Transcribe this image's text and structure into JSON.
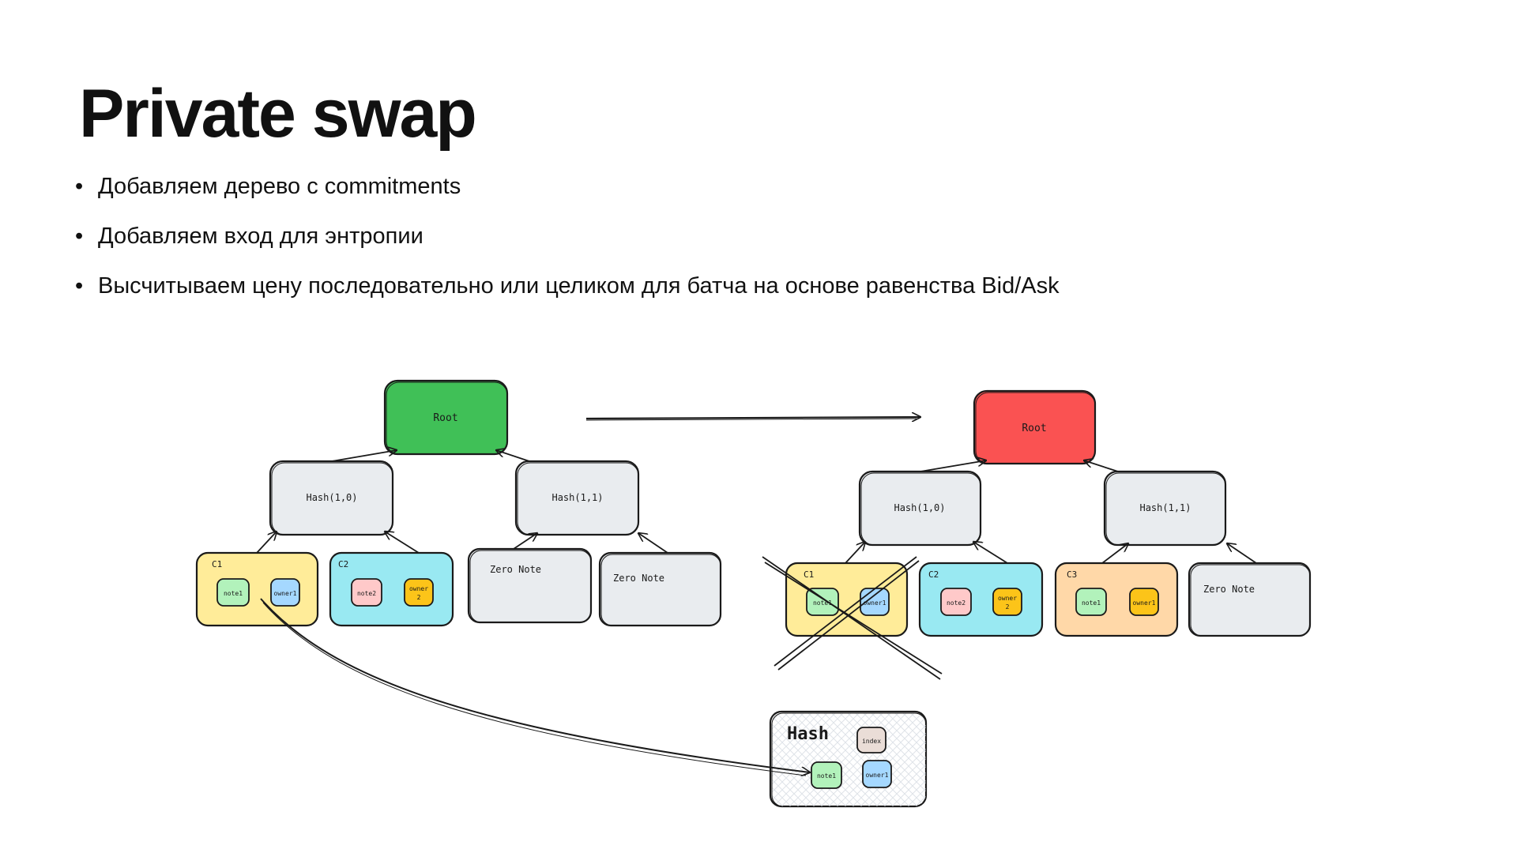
{
  "title": "Private swap",
  "bullets": [
    "Добавляем дерево с commitments",
    "Добавляем вход для энтропии",
    "Высчитываем цену последовательно или целиком для батча на основе равенства Bid/Ask"
  ],
  "colors": {
    "root_before": "#40c057",
    "root_after": "#fa5252",
    "hash_node": "#e9ecef",
    "c1": "#ffec99",
    "c2": "#99e9f2",
    "c3": "#ffd8a8",
    "note": "#b2f2bb",
    "owner1": "#a5d8ff",
    "note2": "#ffc9c9",
    "owner2": "#fcc419",
    "index": "#eaddd7"
  },
  "diagram": {
    "before": {
      "root": "Root",
      "hash_left": "Hash(1,0)",
      "hash_right": "Hash(1,1)",
      "c1": {
        "label": "C1",
        "note": "note1",
        "owner": "owner1"
      },
      "c2": {
        "label": "C2",
        "note": "note2",
        "owner_line1": "owner",
        "owner_line2": "2"
      },
      "zero_note_1": "Zero Note",
      "zero_note_2": "Zero Note"
    },
    "after": {
      "root": "Root",
      "hash_left": "Hash(1,0)",
      "hash_right": "Hash(1,1)",
      "c1": {
        "label": "C1",
        "note": "note1",
        "owner": "owner1"
      },
      "c2": {
        "label": "C2",
        "note": "note2",
        "owner_line1": "owner",
        "owner_line2": "2"
      },
      "c3": {
        "label": "C3",
        "note": "note1",
        "owner": "owner1"
      },
      "zero_note": "Zero Note"
    },
    "hash_box": {
      "title": "Hash",
      "index": "index",
      "note": "note1",
      "owner": "owner1"
    }
  }
}
